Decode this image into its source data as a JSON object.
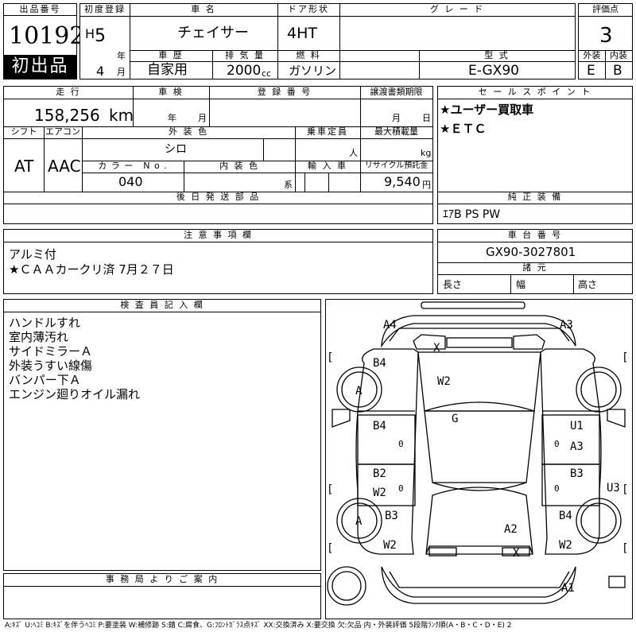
{
  "header": {
    "lot_label": "出品番号",
    "lot_number": "10192",
    "first_badge": "初出品",
    "first_reg_label": "初度登録",
    "era": "H",
    "year_value": "5",
    "year_unit": "年",
    "month_value": "4",
    "month_unit": "月",
    "car_name_label": "車 名",
    "car_name": "チェイサー",
    "door_label": "ドア形状",
    "door_value": "4HT",
    "grade_label": "グ レ ー ド",
    "grade_value": "",
    "score_label": "評価点",
    "score_value": "3",
    "history_label": "車 歴",
    "history_value": "自家用",
    "displacement_label": "排 気 量",
    "displacement_value": "2000",
    "displacement_unit": "cc",
    "fuel_label": "燃 料",
    "fuel_value": "ガソリン",
    "model_label": "型 式",
    "model_value": "E-GX90",
    "exterior_label": "外装",
    "exterior_value": "E",
    "interior_label": "内装",
    "interior_value": "B"
  },
  "row2": {
    "mileage_label": "走 行",
    "mileage_value": "158,256",
    "mileage_unit": "km",
    "inspection_label": "車 検",
    "inspection_year_unit": "年",
    "inspection_month_unit": "月",
    "registration_label": "登 録 番 号",
    "transfer_label": "譲渡書類期限",
    "transfer_month_unit": "月",
    "transfer_day_unit": "日",
    "shift_label": "シフト",
    "shift_value": "AT",
    "ac_label": "エアコン",
    "ac_value": "AAC",
    "color_label": "外 装 色",
    "color_value": "シロ",
    "capacity_label": "乗車定員",
    "capacity_unit": "人",
    "load_label": "最大積載量",
    "load_unit": "kg",
    "color_no_label": "カ ラ ー　N o .",
    "color_no_value": "040",
    "interior_color_label": "内 装 色",
    "interior_color_unit": "系",
    "import_label": "輸 入 車",
    "recycle_label": "リサイクル預託金",
    "recycle_value": "9,540",
    "recycle_unit": "円",
    "later_parts_label": "後 日 発 送 部 品"
  },
  "sales": {
    "label": "セ ー ル ス ポ イ ン ト",
    "points": [
      "★ユーザー買取車",
      "★ＥＴＣ"
    ]
  },
  "equipment": {
    "label": "純 正 装 備",
    "value": "ｴｱB PS PW"
  },
  "caution": {
    "label": "注 意 事 項 欄",
    "lines": [
      "アルミ付",
      "★ＣＡＡカークリ済 7月２７日"
    ]
  },
  "chassis": {
    "label": "車 台 番 号",
    "value": "GX90-3027801",
    "dims_label": "諸 元",
    "length_label": "長さ",
    "width_label": "幅",
    "height_label": "高さ"
  },
  "inspector": {
    "label": "検 査 員 記 入 欄",
    "lines": [
      "ハンドルすれ",
      "室内薄汚れ",
      "サイドミラーＡ",
      "外装うすい線傷",
      "バンパー下Ａ",
      "エンジン廻りオイル漏れ"
    ]
  },
  "office": {
    "label": "事 務 局 よ り ご 案 内"
  },
  "damage": {
    "front_bumper_left": "A4",
    "front_bumper_right": "A3",
    "front_glass_mark": "X",
    "bonnet": "W2",
    "roof": "G",
    "left_front_fender": "B4",
    "left_front_wheel": "A",
    "left_front_door": "B4",
    "left_front_door_small": "0",
    "left_rear_door_a": "B2",
    "left_rear_door_b": "W2",
    "left_rear_door_small": "0",
    "left_quarter": "B3",
    "left_rear_wheel": "A",
    "left_rear_lower": "W2",
    "right_front_door_a": "U1",
    "right_front_door_b": "A3",
    "right_front_door_small": "0",
    "right_rear_door": "B3",
    "right_rear_door_small": "0",
    "right_side_u3": "U3",
    "right_quarter": "B4",
    "right_rear_lower": "W2",
    "trunk": "A2",
    "rear_mark": "X",
    "rear_bumper": "A1",
    "bracket_left_1": "[",
    "bracket_left_2": "[",
    "bracket_left_3": "[",
    "bracket_right_1": "[",
    "bracket_right_2": "[",
    "bracket_right_3": "["
  },
  "legend": "A:ｷｽﾞ U:ﾍｺﾐ B:ｷｽﾞを伴うﾍｺﾐ P:要塗装 W:補修跡 S:錆 C:腐食、G:ﾌﾛﾝﾄｶﾞﾗｽ点ｷｽﾞ XX:交換済み X:要交換 欠:欠品 内・外装評価 5段階ﾗﾝｸ順(A・B・C・D・E) 2"
}
